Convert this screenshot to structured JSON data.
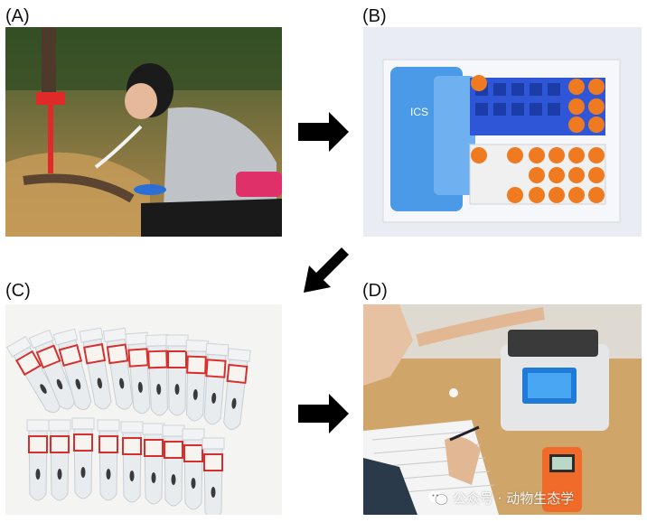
{
  "panels": {
    "a": {
      "label": "(A)"
    },
    "b": {
      "label": "(B)"
    },
    "c": {
      "label": "(C)"
    },
    "d": {
      "label": "(D)"
    }
  },
  "watermark": {
    "text": "公众号 · 动物生态学",
    "icon": "wechat-icon"
  },
  "colors": {
    "arrow": "#000000",
    "tube_cap_orange": "#f07a1f",
    "tube_rack_blue": "#2f56d6",
    "tube_label_red": "#d6302e",
    "meter_orange": "#f06a2a"
  }
}
